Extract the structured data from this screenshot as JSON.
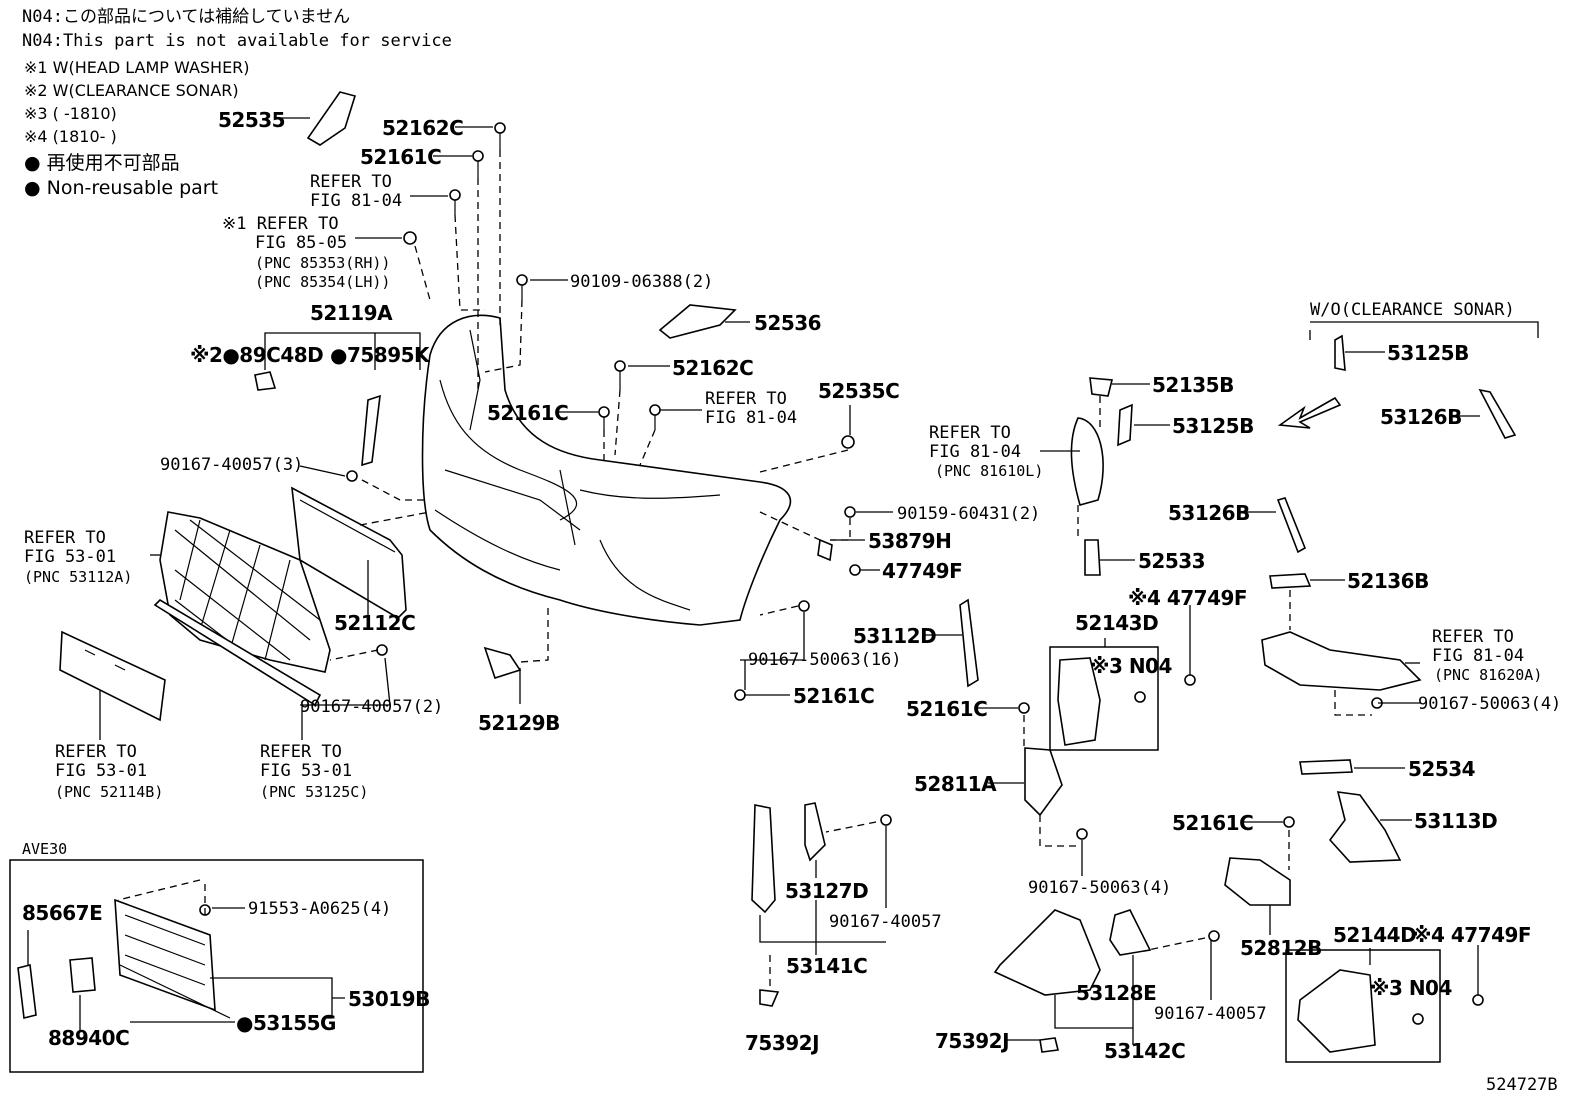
{
  "notes": {
    "n04_jp": "N04:この部品については補給していません",
    "n04_en": "N04:This part is not available for service",
    "cond1": "※1 W(HEAD LAMP WASHER)",
    "cond2": "※2 W(CLEARANCE SONAR)",
    "cond3": "※3 (      -1810)",
    "cond4": "※4 (1810-      )",
    "nonreuse_jp": "● 再使用不可部品",
    "nonreuse_en": "● Non-reusable part"
  },
  "wo_sonar": "W/O(CLEARANCE SONAR)",
  "ave30": "AVE30",
  "figure_code": "524727B",
  "labels": [
    {
      "id": "52535",
      "text": "52535"
    },
    {
      "id": "52162C_a",
      "text": "52162C"
    },
    {
      "id": "52161C_a",
      "text": "52161C"
    },
    {
      "id": "90109",
      "text": "90109-06388(2)"
    },
    {
      "id": "52536",
      "text": "52536"
    },
    {
      "id": "52119A",
      "text": "52119A"
    },
    {
      "id": "89C48D",
      "text": "※2●89C48D"
    },
    {
      "id": "75895K",
      "text": "●75895K"
    },
    {
      "id": "52162C_b",
      "text": "52162C"
    },
    {
      "id": "52161C_b",
      "text": "52161C"
    },
    {
      "id": "52535C",
      "text": "52535C"
    },
    {
      "id": "90167_3",
      "text": "90167-40057(3)"
    },
    {
      "id": "90159",
      "text": "90159-60431(2)"
    },
    {
      "id": "53879H",
      "text": "53879H"
    },
    {
      "id": "47749F_a",
      "text": "47749F"
    },
    {
      "id": "52112C",
      "text": "52112C"
    },
    {
      "id": "90167_50063_16",
      "text": "90167-50063(16)"
    },
    {
      "id": "52161C_c",
      "text": "52161C"
    },
    {
      "id": "90167_2",
      "text": "90167-40057(2)"
    },
    {
      "id": "52129B",
      "text": "52129B"
    },
    {
      "id": "53125B_a",
      "text": "53125B"
    },
    {
      "id": "52135B",
      "text": "52135B"
    },
    {
      "id": "53125B_b",
      "text": "53125B"
    },
    {
      "id": "53126B_a",
      "text": "53126B"
    },
    {
      "id": "53126B_b",
      "text": "53126B"
    },
    {
      "id": "52533",
      "text": "52533"
    },
    {
      "id": "47749F_b",
      "text": "※4 47749F"
    },
    {
      "id": "52136B",
      "text": "52136B"
    },
    {
      "id": "52143D",
      "text": "52143D"
    },
    {
      "id": "N04_a",
      "text": "※3 N04"
    },
    {
      "id": "53112D",
      "text": "53112D"
    },
    {
      "id": "52161C_d",
      "text": "52161C"
    },
    {
      "id": "90167_50063_4a",
      "text": "90167-50063(4)"
    },
    {
      "id": "52811A",
      "text": "52811A"
    },
    {
      "id": "52534",
      "text": "52534"
    },
    {
      "id": "52161C_e",
      "text": "52161C"
    },
    {
      "id": "53113D",
      "text": "53113D"
    },
    {
      "id": "90167_50063_4b",
      "text": "90167-50063(4)"
    },
    {
      "id": "52812B",
      "text": "52812B"
    },
    {
      "id": "53127D",
      "text": "53127D"
    },
    {
      "id": "90167_40057_a",
      "text": "90167-40057"
    },
    {
      "id": "53141C",
      "text": "53141C"
    },
    {
      "id": "75392J_a",
      "text": "75392J"
    },
    {
      "id": "53128E",
      "text": "53128E"
    },
    {
      "id": "90167_40057_b",
      "text": "90167-40057"
    },
    {
      "id": "75392J_b",
      "text": "75392J"
    },
    {
      "id": "53142C",
      "text": "53142C"
    },
    {
      "id": "52144D",
      "text": "52144D"
    },
    {
      "id": "47749F_c",
      "text": "※4 47749F"
    },
    {
      "id": "N04_b",
      "text": "※3 N04"
    },
    {
      "id": "85667E",
      "text": "85667E"
    },
    {
      "id": "91553",
      "text": "91553-A0625(4)"
    },
    {
      "id": "53019B",
      "text": "53019B"
    },
    {
      "id": "53155G",
      "text": "●53155G"
    },
    {
      "id": "88940C",
      "text": "88940C"
    }
  ],
  "refs": [
    {
      "id": "r1",
      "lines": [
        "REFER TO",
        "FIG 81-04"
      ]
    },
    {
      "id": "r2",
      "lines": [
        "※1 REFER TO",
        "FIG 85-05",
        "(PNC 85353(RH))",
        "(PNC 85354(LH))"
      ]
    },
    {
      "id": "r3",
      "lines": [
        "REFER TO",
        "FIG 81-04"
      ]
    },
    {
      "id": "r4",
      "lines": [
        "REFER TO",
        "FIG 53-01",
        "(PNC 53112A)"
      ]
    },
    {
      "id": "r5",
      "lines": [
        "REFER TO",
        "FIG 53-01",
        "(PNC 52114B)"
      ]
    },
    {
      "id": "r6",
      "lines": [
        "REFER TO",
        "FIG 53-01",
        "(PNC 53125C)"
      ]
    },
    {
      "id": "r7",
      "lines": [
        "REFER TO",
        "FIG 81-04",
        "(PNC 81610L)"
      ]
    },
    {
      "id": "r8",
      "lines": [
        "REFER TO",
        "FIG 81-04",
        "(PNC 81620A)"
      ]
    }
  ]
}
